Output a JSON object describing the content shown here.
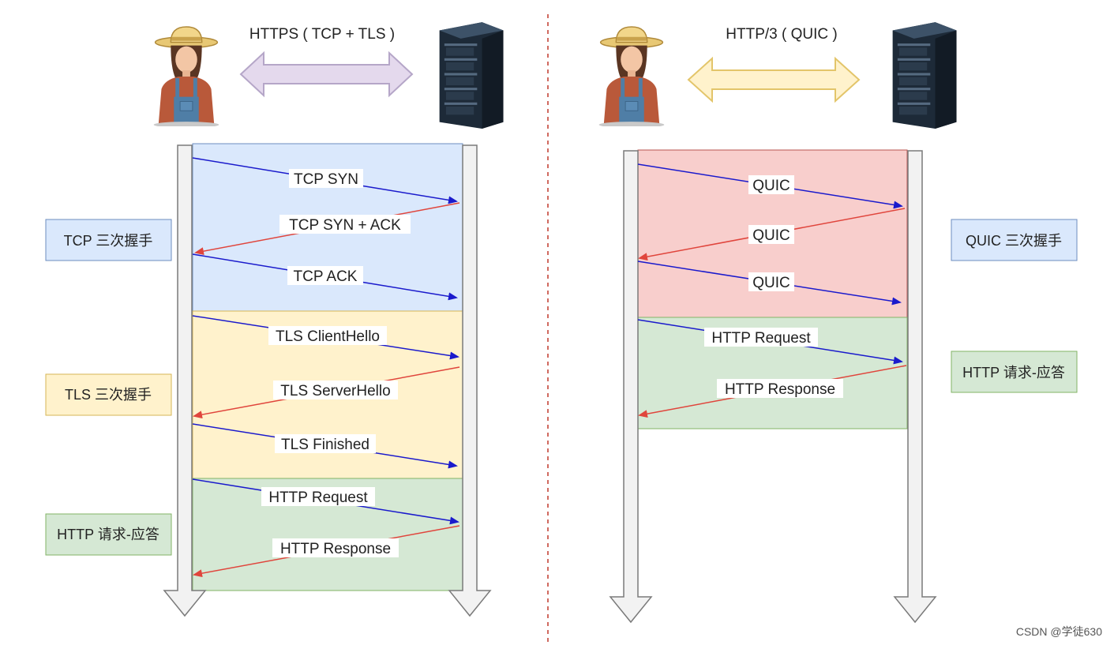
{
  "https": {
    "title": "HTTPS ( TCP + TLS )",
    "arrow_color": "#e4d9ed",
    "arrow_stroke": "#b5a6c8",
    "phases": [
      {
        "label": "TCP 三次握手",
        "fill": "#dae8fc",
        "stroke": "#6c8ebf"
      },
      {
        "label": "TLS 三次握手",
        "fill": "#fff2cc",
        "stroke": "#d6b656"
      },
      {
        "label": "HTTP 请求-应答",
        "fill": "#d5e8d4",
        "stroke": "#82b366"
      }
    ],
    "messages": [
      "TCP SYN",
      "TCP SYN + ACK",
      "TCP ACK",
      "TLS ClientHello",
      "TLS ServerHello",
      "TLS Finished",
      "HTTP Request",
      "HTTP Response"
    ]
  },
  "http3": {
    "title": "HTTP/3 ( QUIC )",
    "arrow_color": "#fff2cc",
    "arrow_stroke": "#e3c56a",
    "phases": [
      {
        "label": "QUIC 三次握手",
        "fill": "#f8cecc",
        "stroke": "#b85450"
      },
      {
        "label": "HTTP 请求-应答",
        "fill": "#d5e8d4",
        "stroke": "#82b366"
      }
    ],
    "messages": [
      "QUIC",
      "QUIC",
      "QUIC",
      "HTTP Request",
      "HTTP Response"
    ]
  },
  "colors": {
    "request_arrow": "#1a1acc",
    "response_arrow": "#e0453c",
    "timeline_fill": "#f2f2f2",
    "timeline_stroke": "#7a7a7a",
    "divider": "#c0392b"
  },
  "watermark": "CSDN @学徒630"
}
